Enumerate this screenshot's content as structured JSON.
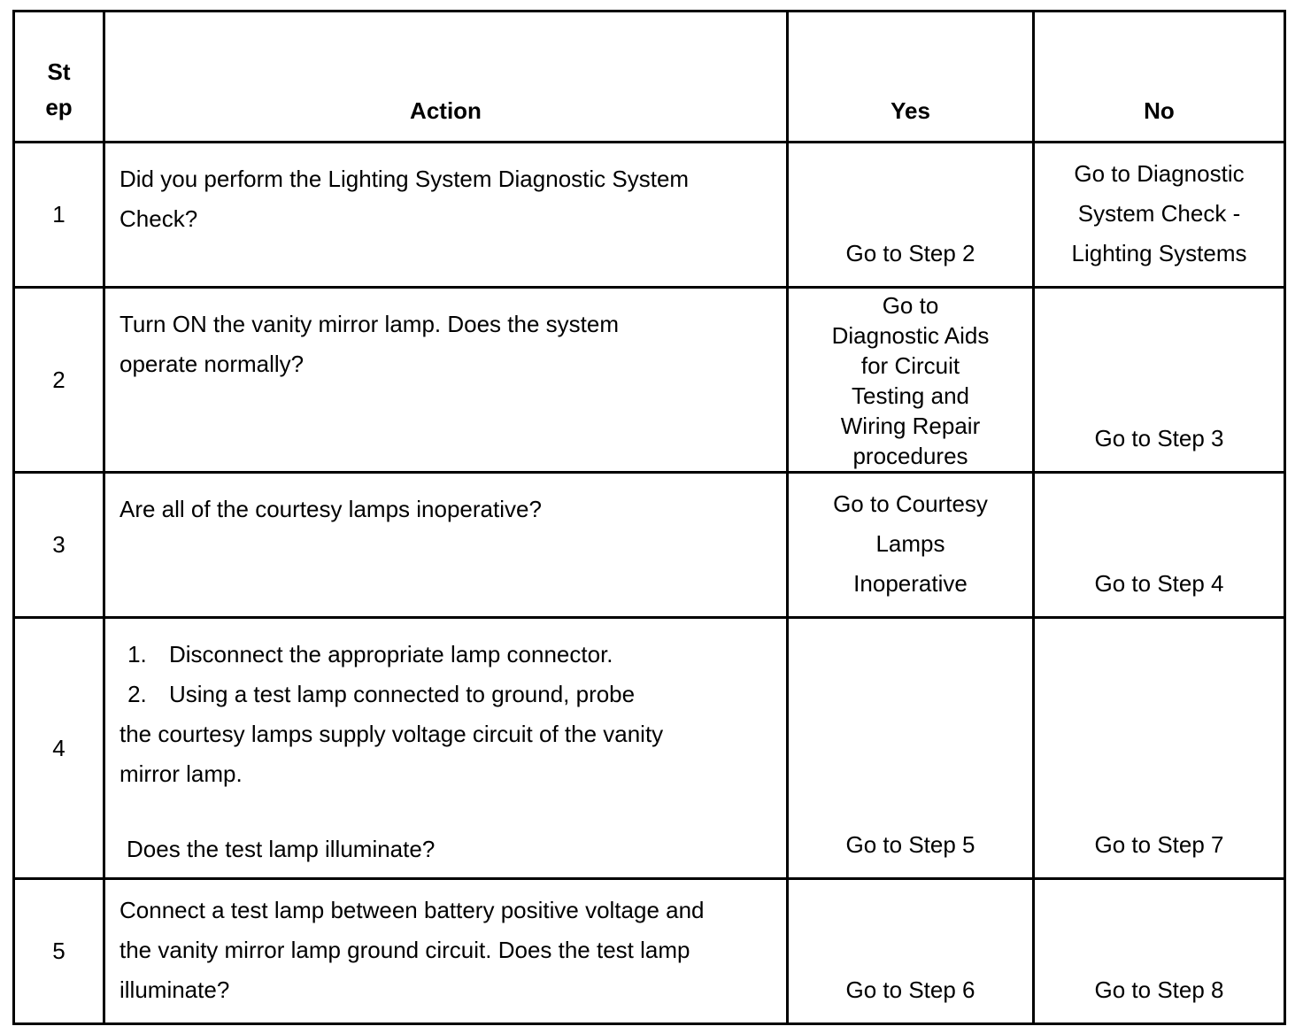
{
  "headers": {
    "step": "St ep",
    "step_line1": "St",
    "step_line2": "ep",
    "action": "Action",
    "yes": "Yes",
    "no": "No"
  },
  "rows": [
    {
      "step": "1",
      "action": "Did you perform the Lighting System Diagnostic System Check?",
      "yes": "Go to Step 2",
      "no_lines": [
        "Go to Diagnostic",
        "System Check -",
        "Lighting Systems"
      ]
    },
    {
      "step": "2",
      "action": "Turn ON the vanity mirror lamp. Does the system operate normally?",
      "yes_lines": [
        "Go to",
        "Diagnostic Aids",
        "for Circuit",
        "Testing and",
        "Wiring Repair",
        "procedures"
      ],
      "no": "Go to Step 3"
    },
    {
      "step": "3",
      "action": "Are all of the courtesy lamps inoperative?",
      "yes_lines": [
        "Go to Courtesy",
        "Lamps",
        "Inoperative"
      ],
      "no": "Go to Step 4"
    },
    {
      "step": "4",
      "action_list": [
        "Disconnect the appropriate lamp connector.",
        "Using a test lamp connected to ground, probe"
      ],
      "action_cont": "the courtesy lamps supply voltage circuit of the vanity mirror lamp.",
      "action_question": "Does the test lamp illuminate?",
      "yes": "Go to Step 5",
      "no": "Go to Step 7"
    },
    {
      "step": "5",
      "action": "Connect a test lamp between battery positive voltage and the vanity mirror lamp ground circuit. Does the test lamp illuminate?",
      "yes": "Go to Step 6",
      "no": "Go to Step 8"
    }
  ]
}
